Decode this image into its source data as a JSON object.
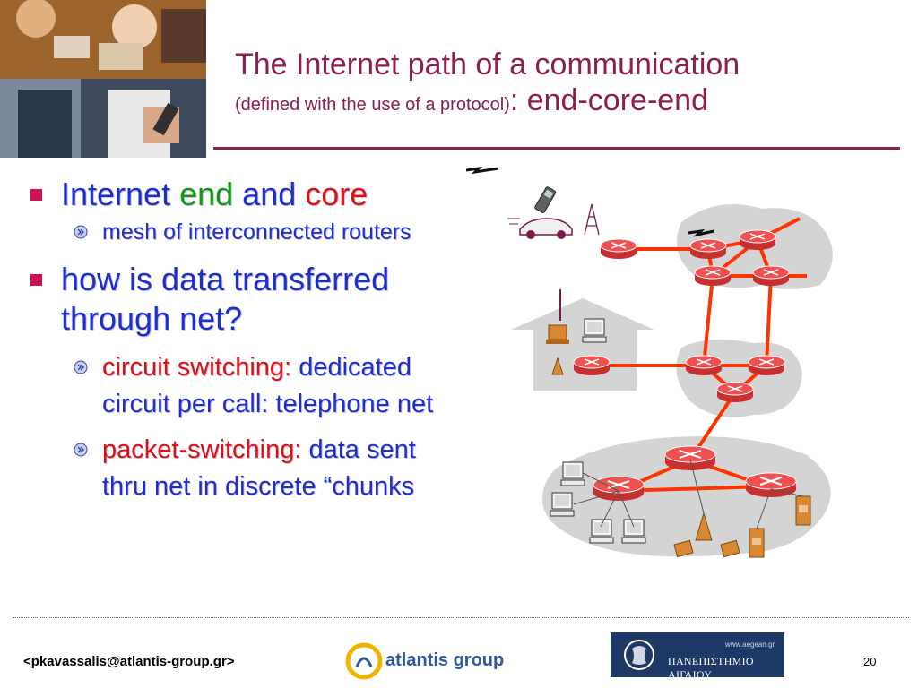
{
  "title": {
    "line1": "The Internet path of a communication",
    "line2_small": "(defined with the use of a protocol)",
    "line2_large": ": end-core-end"
  },
  "bullets": {
    "b1_part1": "Internet ",
    "b1_end": "end",
    "b1_and": " and ",
    "b1_core": "core",
    "sub1": "mesh of interconnected routers",
    "b2": "how is data transferred through net?",
    "sub2_red": "circuit switching:",
    "sub2_rest": "dedicated circuit per call: telephone net",
    "sub3_red": "packet-switching:",
    "sub3_rest": " data sent thru net in discrete “chunks"
  },
  "footer": {
    "email": "<pkavassalis@atlantis-group.gr>",
    "atlantis": "atlantis group",
    "aegean_url": "www.aegean.gr",
    "aegean_name": "ΠΑΝΕΠΙΣΤΗΜΙΟ ΑΙΓΑΙΟΥ",
    "page": "20"
  },
  "colors": {
    "title": "#8c1f4e",
    "bullet_text": "#1e2ec8",
    "link": "#ff3300",
    "router": "#f05050",
    "network_bg": "#d4d4d4"
  }
}
